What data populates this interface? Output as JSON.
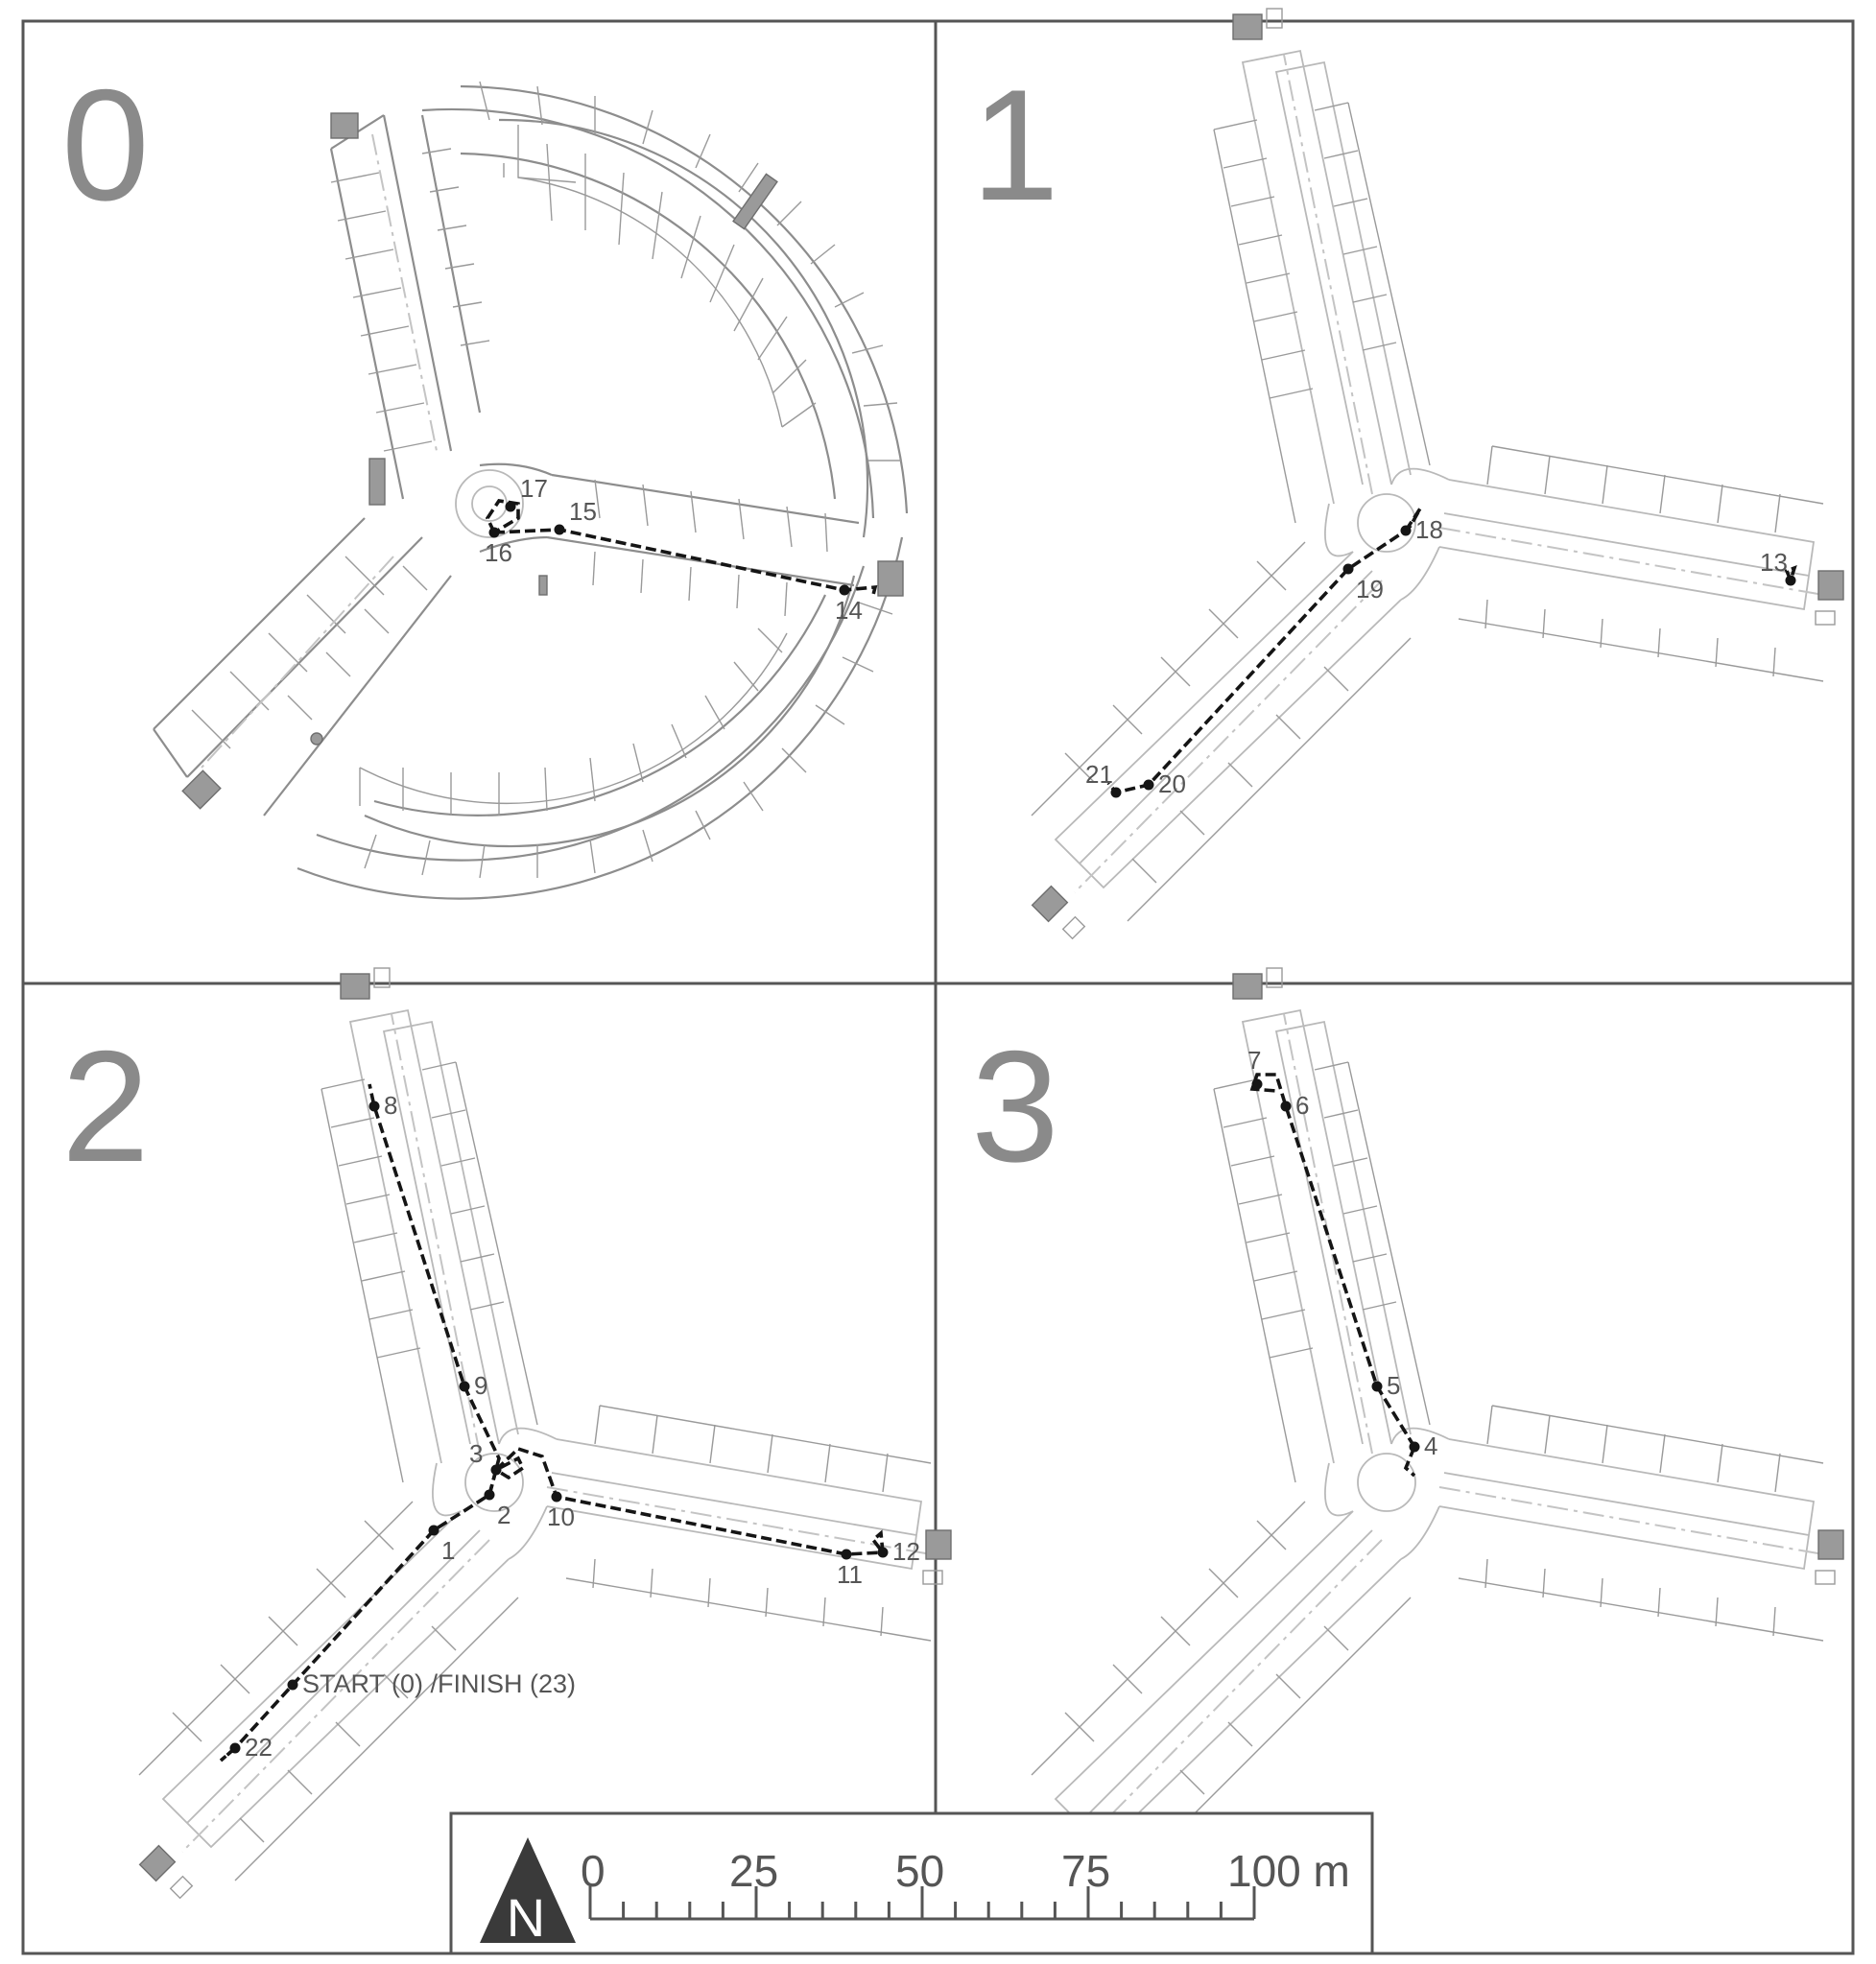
{
  "panels": [
    {
      "floor": "0",
      "waypoints": [
        {
          "label": "15",
          "label_pos": "upper-right"
        },
        {
          "label": "16",
          "label_pos": "below"
        },
        {
          "label": "17",
          "label_pos": "upper-right"
        },
        {
          "label": "14",
          "label_pos": "below"
        }
      ]
    },
    {
      "floor": "1",
      "waypoints": [
        {
          "label": "13",
          "label_pos": "upper-left"
        },
        {
          "label": "18",
          "label_pos": "right"
        },
        {
          "label": "19",
          "label_pos": "below-right"
        },
        {
          "label": "20",
          "label_pos": "right"
        },
        {
          "label": "21",
          "label_pos": "upper-left"
        }
      ]
    },
    {
      "floor": "2",
      "waypoints": [
        {
          "label": "START (0) /FINISH (23)",
          "label_pos": "right"
        },
        {
          "label": "1",
          "label_pos": "below-right"
        },
        {
          "label": "2",
          "label_pos": "below-right"
        },
        {
          "label": "3",
          "label_pos": "left"
        },
        {
          "label": "8",
          "label_pos": "right"
        },
        {
          "label": "9",
          "label_pos": "right"
        },
        {
          "label": "10",
          "label_pos": "below"
        },
        {
          "label": "11",
          "label_pos": "below"
        },
        {
          "label": "12",
          "label_pos": "right"
        },
        {
          "label": "22",
          "label_pos": "right"
        }
      ]
    },
    {
      "floor": "3",
      "waypoints": [
        {
          "label": "4",
          "label_pos": "right"
        },
        {
          "label": "5",
          "label_pos": "right"
        },
        {
          "label": "6",
          "label_pos": "right"
        },
        {
          "label": "7",
          "label_pos": "above"
        }
      ]
    }
  ],
  "north_arrow": {
    "label": "N",
    "icon": "north-arrow-icon"
  },
  "scale_bar": {
    "tick_labels": [
      "0",
      "25",
      "50",
      "75",
      "100 m"
    ],
    "max_value_m": 100,
    "major_step_m": 25,
    "minor_step_m": 5
  }
}
